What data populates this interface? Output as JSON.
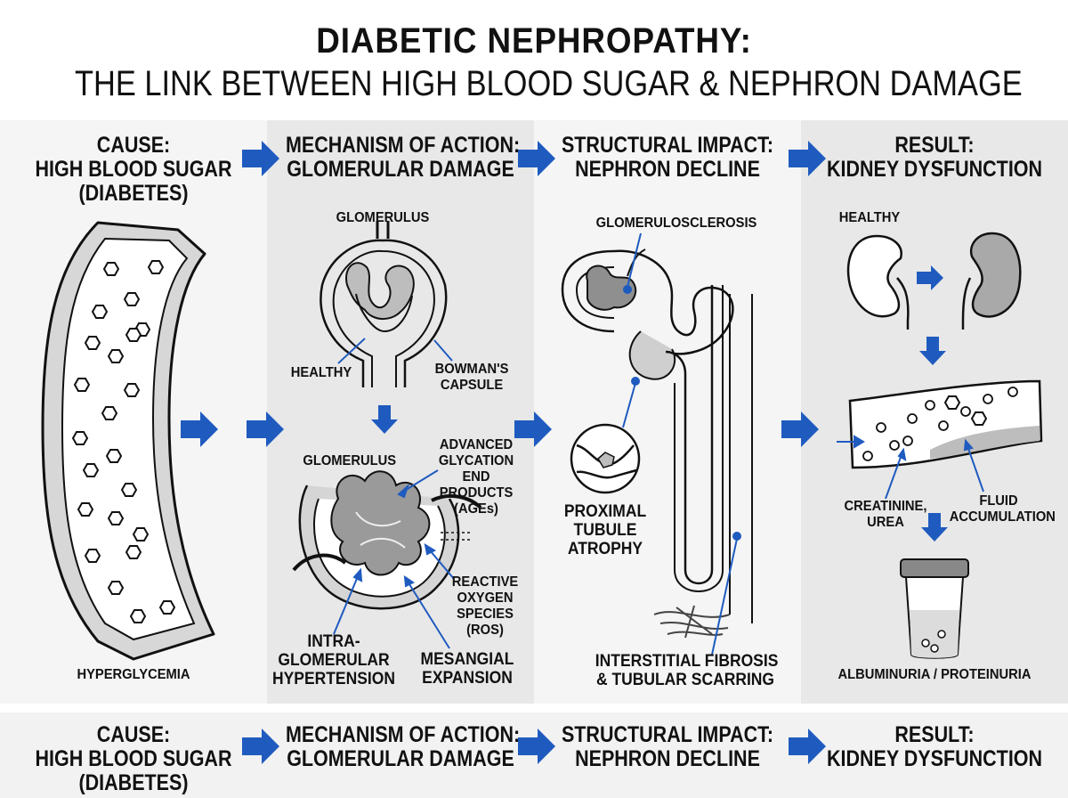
{
  "title": {
    "line1": "DIABETIC NEPHROPATHY:",
    "line2": "THE LINK BETWEEN  HIGH BLOOD SUGAR & NEPHRON DAMAGE"
  },
  "colors": {
    "arrow": "#1f5bbf",
    "panel_light": "#f4f4f4",
    "panel_dark": "#e9e9e9",
    "ink": "#111111"
  },
  "stages": [
    {
      "line1": "CAUSE:",
      "line2": "HIGH BLOOD SUGAR",
      "line3": "(DIABETES)"
    },
    {
      "line1": "MECHANISM OF ACTION:",
      "line2": "GLOMERULAR DAMAGE"
    },
    {
      "line1": "STRUCTURAL IMPACT:",
      "line2": "NEPHRON DECLINE"
    },
    {
      "line1": "RESULT:",
      "line2": "KIDNEY DYSFUNCTION"
    }
  ],
  "cause": {
    "vessel_label": "HYPERGLYCEMIA"
  },
  "mechanism": {
    "glomerulus_top": "GLOMERULUS",
    "healthy": "HEALTHY",
    "bowmans": [
      "BOWMAN'S",
      "CAPSULE"
    ],
    "glomerulus_bottom": "GLOMERULUS",
    "ages": [
      "ADVANCED",
      "GLYCATION",
      "END",
      "PRODUCTS",
      "(AGEs)"
    ],
    "ros": [
      "REACTIVE",
      "OXYGEN",
      "SPECIES",
      "(ROS)"
    ],
    "hypertension": [
      "INTRA-",
      "GLOMERULAR",
      "HYPERTENSION"
    ],
    "mesangial": [
      "MESANGIAL",
      "EXPANSION"
    ]
  },
  "structural": {
    "sclerosis": "GLOMERULOSCLEROSIS",
    "atrophy": [
      "PROXIMAL",
      "TUBULE",
      "ATROPHY"
    ],
    "fibrosis": [
      "INTERSTITIAL FIBROSIS",
      "& TUBULAR SCARRING"
    ]
  },
  "result": {
    "healthy": "HEALTHY",
    "creatinine": [
      "CREATININE,",
      "UREA"
    ],
    "fluid": [
      "FLUID",
      "ACCUMULATION"
    ],
    "urine": "ALBUMINURIA / PROTEINURIA"
  }
}
